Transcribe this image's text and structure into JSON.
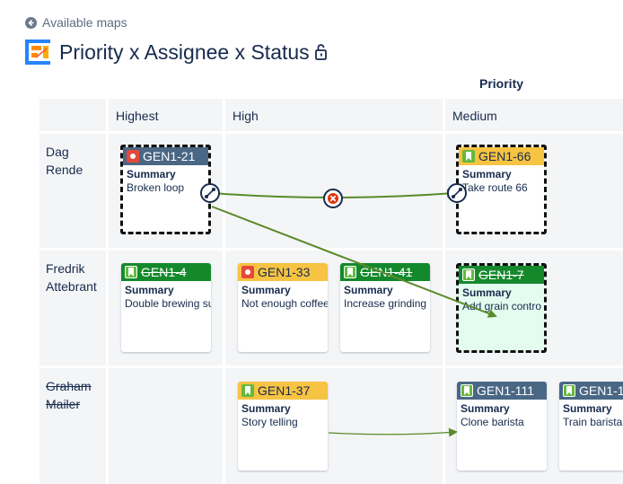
{
  "nav": {
    "back_label": "Available maps"
  },
  "header": {
    "title": "Priority x Assignee x Status"
  },
  "axis": {
    "column_title": "Priority"
  },
  "columns": [
    "Highest",
    "High",
    "Medium"
  ],
  "rows": [
    {
      "line1": "Dag",
      "line2": "Rende"
    },
    {
      "line1": "Fredrik",
      "line2": "Attebrant"
    },
    {
      "line1": "Graham",
      "line2": "Mailer"
    }
  ],
  "cards": {
    "gen1_21": {
      "key": "GEN1-21",
      "summary_label": "Summary",
      "summary": "Broken loop"
    },
    "gen1_66": {
      "key": "GEN1-66",
      "summary_label": "Summary",
      "summary": "Take route 66"
    },
    "gen1_4": {
      "key": "GEN1-4",
      "summary_label": "Summary",
      "summary": "Double brewing su"
    },
    "gen1_33": {
      "key": "GEN1-33",
      "summary_label": "Summary",
      "summary": "Not enough coffee"
    },
    "gen1_41": {
      "key": "GEN1-41",
      "summary_label": "Summary",
      "summary": "Increase grinding"
    },
    "gen1_7": {
      "key": "GEN1-7",
      "summary_label": "Summary",
      "summary": "Add grain contro"
    },
    "gen1_37": {
      "key": "GEN1-37",
      "summary_label": "Summary",
      "summary": "Story telling"
    },
    "gen1_111": {
      "key": "GEN1-111",
      "summary_label": "Summary",
      "summary": "Clone barista"
    },
    "gen1_112": {
      "key": "GEN1-1",
      "summary_label": "Summary",
      "summary": "Train barista"
    }
  },
  "colors": {
    "blocker": "#e5493a",
    "story": "#63ba3c",
    "header_blue": "#4a6785",
    "header_yellow": "#f6c342",
    "header_green": "#14892c",
    "link_line": "#5b8a2a",
    "cell_bg": "#f4f5f7"
  },
  "icons": {
    "back": "arrow-left-circle-icon",
    "map": "map-grid-icon",
    "lock": "unlock-icon",
    "bug": "blocker-icon",
    "story": "story-bookmark-icon",
    "remove_link": "remove-link-icon",
    "link_handle": "link-handle-icon"
  }
}
